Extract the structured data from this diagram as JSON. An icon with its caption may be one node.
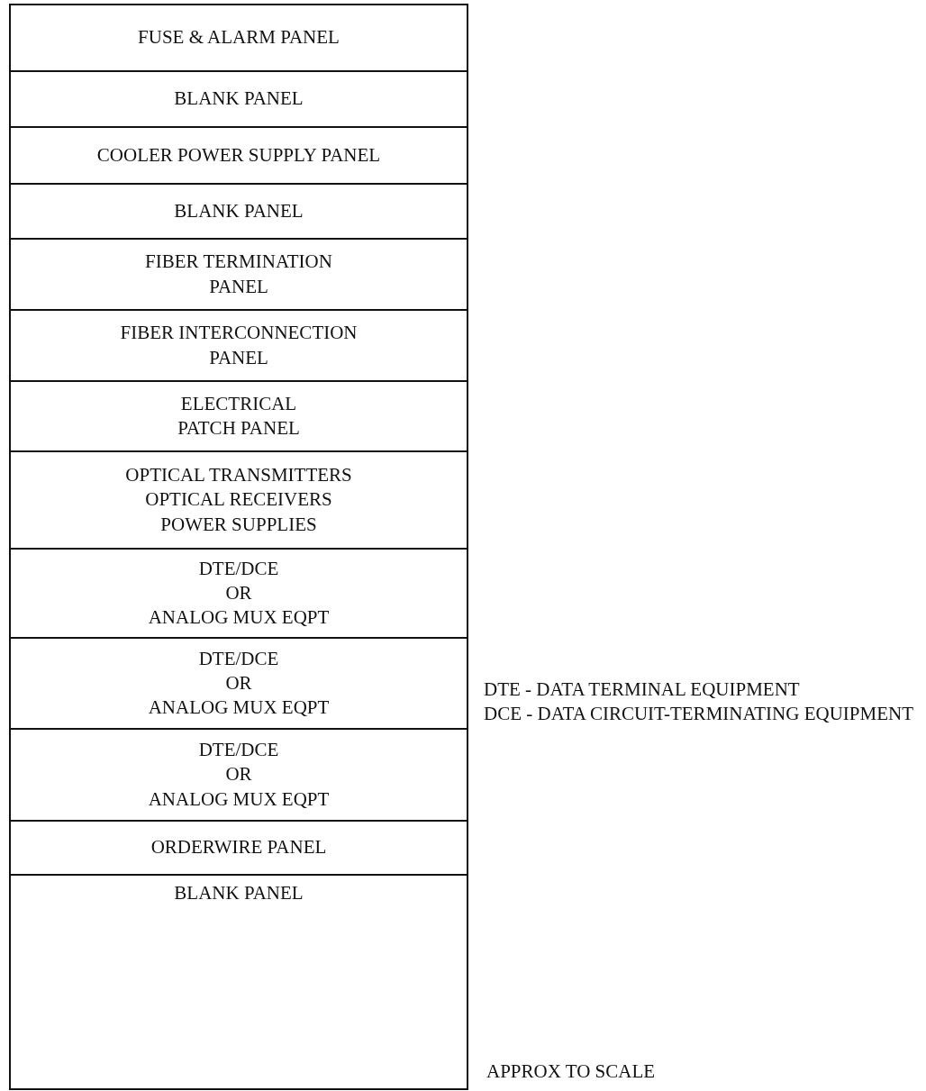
{
  "diagram": {
    "nodes": [
      {
        "text": [
          "FUSE & ALARM PANEL"
        ]
      },
      {
        "text": [
          "BLANK PANEL"
        ]
      },
      {
        "text": [
          "COOLER POWER SUPPLY PANEL"
        ]
      },
      {
        "text": [
          "BLANK PANEL"
        ]
      },
      {
        "text": [
          "FIBER TERMINATION",
          "PANEL"
        ]
      },
      {
        "text": [
          "FIBER INTERCONNECTION",
          "PANEL"
        ]
      },
      {
        "text": [
          "ELECTRICAL",
          "PATCH PANEL"
        ]
      },
      {
        "text": [
          "OPTICAL TRANSMITTERS",
          "OPTICAL RECEIVERS",
          "POWER SUPPLIES"
        ]
      },
      {
        "text": [
          "DTE/DCE",
          "OR",
          "ANALOG MUX EQPT"
        ]
      },
      {
        "text": [
          "DTE/DCE",
          "OR",
          "ANALOG MUX EQPT"
        ]
      },
      {
        "text": [
          "DTE/DCE",
          "OR",
          "ANALOG MUX EQPT"
        ]
      },
      {
        "text": [
          "ORDERWIRE PANEL"
        ]
      },
      {
        "text": [
          "BLANK PANEL"
        ]
      }
    ],
    "labels": [
      "DTE - DATA TERMINAL EQUIPMENT",
      "DCE - DATA CIRCUIT-TERMINATING EQUIPMENT",
      "APPROX TO SCALE"
    ]
  }
}
